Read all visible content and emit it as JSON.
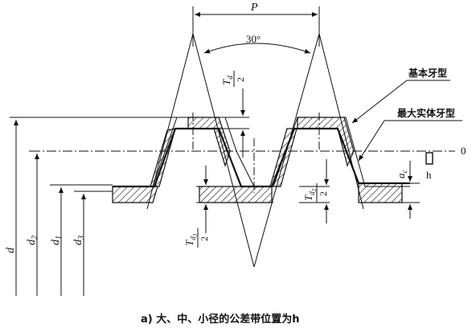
{
  "labels": {
    "pitch": "P",
    "angle": "30°",
    "basic_profile": "基本牙型",
    "max_material_profile": "最大实体牙型",
    "zero_line": "0",
    "position_h": "h",
    "caption": "a)  大、中、小径的公差带位置为h"
  },
  "diameters": {
    "d": "d",
    "d2": "d",
    "d2_sub": "2",
    "d1": "d",
    "d1_sub": "1",
    "d3": "d",
    "d3_sub": "3"
  },
  "tolerances": {
    "td": {
      "T": "T",
      "sub": "d",
      "den": "2"
    },
    "td2": {
      "T": "T",
      "sub": "d",
      "subsub": "2",
      "den": "2"
    },
    "td3": {
      "T": "T",
      "sub": "d",
      "subsub": "3",
      "den": "2"
    },
    "ac": {
      "a": "a",
      "sub": "c"
    }
  }
}
